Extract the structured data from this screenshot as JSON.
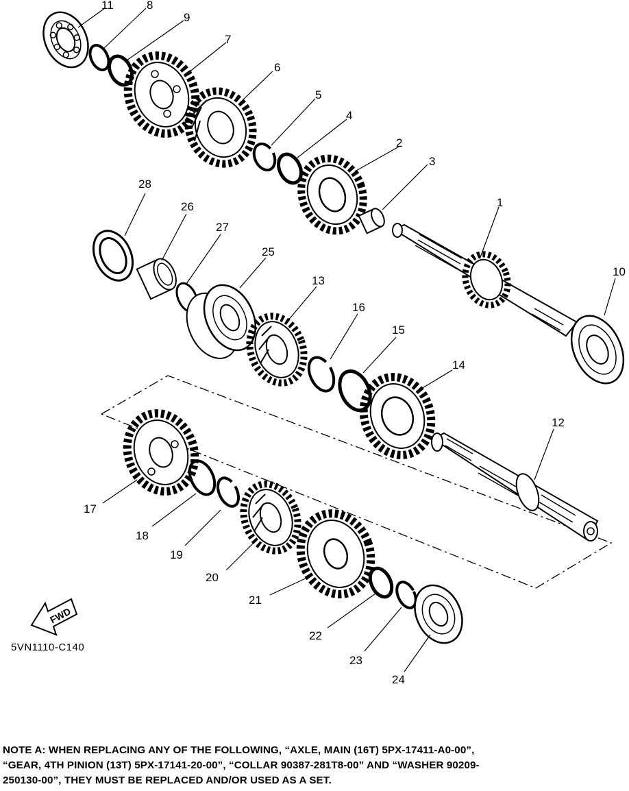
{
  "callouts": {
    "p1": "1",
    "p2": "2",
    "p3": "3",
    "p4": "4",
    "p5": "5",
    "p6": "6",
    "p7": "7",
    "p8": "8",
    "p9": "9",
    "p10": "10",
    "p11": "11",
    "p12": "12",
    "p13": "13",
    "p14": "14",
    "p15": "15",
    "p16": "16",
    "p17": "17",
    "p18": "18",
    "p19": "19",
    "p20": "20",
    "p21": "21",
    "p22": "22",
    "p23": "23",
    "p24": "24",
    "p25": "25",
    "p26": "26",
    "p27": "27",
    "p28": "28"
  },
  "fwd_label": "FWD",
  "catalog_code": "5VN1110-C140",
  "note": {
    "line1": "NOTE A: WHEN REPLACING ANY OF THE FOLLOWING, “AXLE, MAIN (16T) 5PX-17411-A0-00”,",
    "line2": "“GEAR, 4TH PINION (13T) 5PX-17141-20-00”, “COLLAR 90387-281T8-00” AND “WASHER 90209-",
    "line3": "250130-00”, THEY MUST BE REPLACED AND/OR USED AS A SET."
  }
}
